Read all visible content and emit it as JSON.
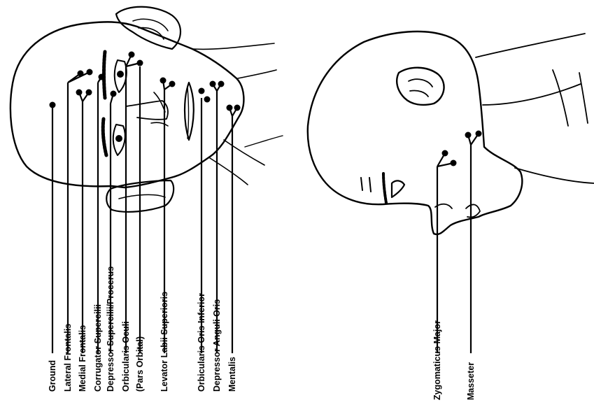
{
  "labels": {
    "ground": "Ground",
    "lateral_frontalis": "Lateral Frontalis",
    "medial_frontalis": "Medial Frontalis",
    "corrugator_supercilii": "Corrugator Supercilii",
    "depressor_supercilii_procerus": "Depressor Supercilii/Procerus",
    "orbicularis_oculi": "Orbicularis Oculi",
    "pars_orbital": "(Pars Orbital)",
    "levator_labii_superioris": "Levator Labii Superioris",
    "orbicularis_oris_inferior": "Orbicularis Oris Inferior",
    "depressor_anguli_oris": "Depressor Anguli Oris",
    "mentalis": "Mentalis",
    "zygomaticus_major": "Zygomaticus Major",
    "masseter": "Masseter"
  }
}
